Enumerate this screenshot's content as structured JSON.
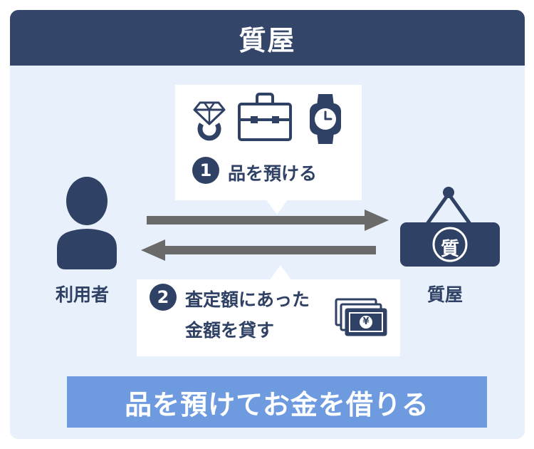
{
  "title": "質屋",
  "step1": {
    "number": "1",
    "text": "品を預ける"
  },
  "step2": {
    "number": "2",
    "line1": "査定額にあった",
    "line2": "金額を貸す"
  },
  "left_actor": "利用者",
  "right_actor": "質屋",
  "sign_char": "質",
  "banknote_symbol": "¥",
  "footer": "品を預けてお金を借りる",
  "colors": {
    "navy": "#2f4164",
    "header": "#33466a",
    "background": "#e8f0fc",
    "footer": "#6e9be0",
    "arrow": "#6a6a6a"
  },
  "icons": [
    "ring-icon",
    "bag-icon",
    "watch-icon",
    "person-icon",
    "pawnshop-sign-icon",
    "banknotes-icon"
  ]
}
